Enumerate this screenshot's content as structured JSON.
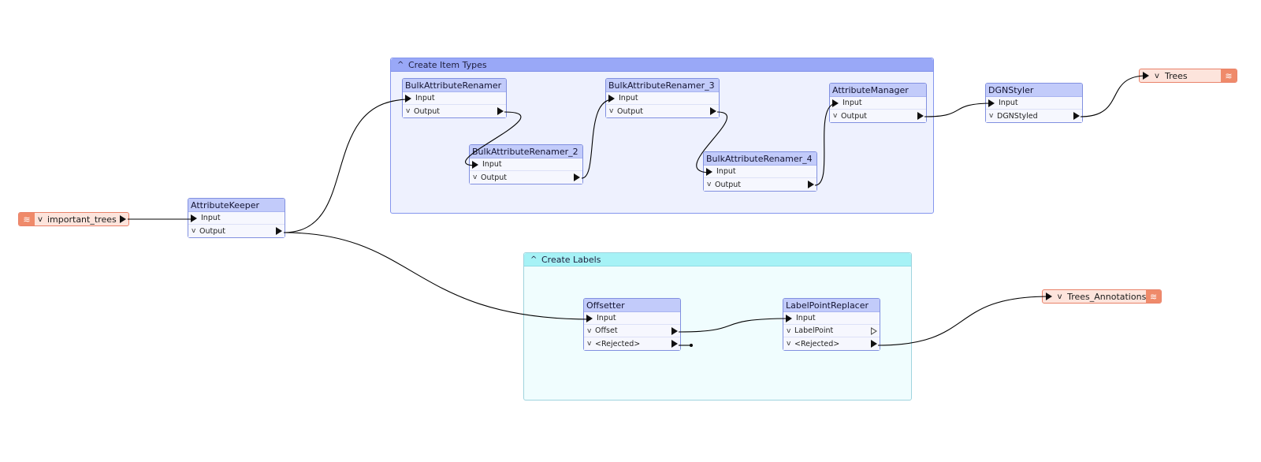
{
  "bookmarks": {
    "create_item_types": {
      "label": "Create Item Types",
      "collapse_icon": "chevron-up-icon"
    },
    "create_labels": {
      "label": "Create Labels",
      "collapse_icon": "chevron-up-icon"
    }
  },
  "readers": {
    "important_trees": {
      "label": "important_trees",
      "icon": "layers-icon"
    }
  },
  "writers": {
    "trees": {
      "label": "Trees",
      "icon": "layers-icon"
    },
    "trees_annotations": {
      "label": "Trees_Annotations",
      "icon": "layers-icon"
    }
  },
  "transformers": {
    "attribute_keeper": {
      "title": "AttributeKeeper",
      "input": "Input",
      "output": "Output"
    },
    "bulk_attribute_renamer": {
      "title": "BulkAttributeRenamer",
      "input": "Input",
      "output": "Output"
    },
    "bulk_attribute_renamer_2": {
      "title": "BulkAttributeRenamer_2",
      "input": "Input",
      "output": "Output"
    },
    "bulk_attribute_renamer_3": {
      "title": "BulkAttributeRenamer_3",
      "input": "Input",
      "output": "Output"
    },
    "bulk_attribute_renamer_4": {
      "title": "BulkAttributeRenamer_4",
      "input": "Input",
      "output": "Output"
    },
    "attribute_manager": {
      "title": "AttributeManager",
      "input": "Input",
      "output": "Output"
    },
    "dgn_styler": {
      "title": "DGNStyler",
      "input": "Input",
      "output": "DGNStyled"
    },
    "offsetter": {
      "title": "Offsetter",
      "input": "Input",
      "output": "Offset",
      "rejected": "<Rejected>"
    },
    "label_point_replacer": {
      "title": "LabelPointReplacer",
      "input": "Input",
      "output": "LabelPoint",
      "rejected": "<Rejected>"
    }
  },
  "colors": {
    "bookmark_blue": "#99a8f7",
    "bookmark_cyan": "#a6f2f6",
    "transformer_header": "#c2cbfa",
    "feature_type": "#fde4dc",
    "feature_type_icon": "#ef8a6a"
  }
}
